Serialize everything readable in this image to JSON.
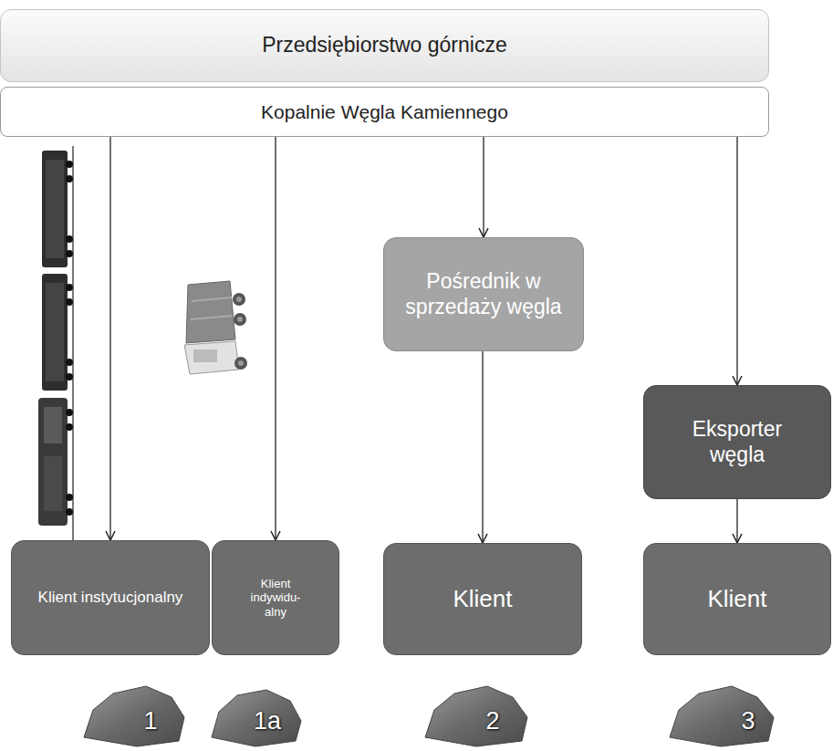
{
  "diagram": {
    "nodes": [
      {
        "text": [
          "Przedsiębiorstwo górnicze"
        ]
      },
      {
        "text": [
          "Kopalnie Węgla Kamiennego"
        ]
      },
      {
        "text": [
          "Pośrednik w sprzedaży węgla"
        ]
      },
      {
        "text": [
          "Eksporter węgla"
        ]
      },
      {
        "text": [
          "Klient instytucjonalny"
        ]
      },
      {
        "text": [
          "Klient indywidu- alny"
        ]
      },
      {
        "text": [
          "Klient"
        ]
      },
      {
        "text": [
          "Klient"
        ]
      }
    ],
    "edges": [
      {
        "from": 1,
        "to": 4,
        "arrow": "to"
      },
      {
        "from": 1,
        "to": 5,
        "arrow": "to"
      },
      {
        "from": 1,
        "to": 2,
        "arrow": "to"
      },
      {
        "from": 2,
        "to": 6,
        "arrow": "to"
      },
      {
        "from": 1,
        "to": 3,
        "arrow": "to"
      },
      {
        "from": 3,
        "to": 7,
        "arrow": "to"
      }
    ],
    "labels": [
      "1",
      "1a",
      "2",
      "3"
    ]
  }
}
